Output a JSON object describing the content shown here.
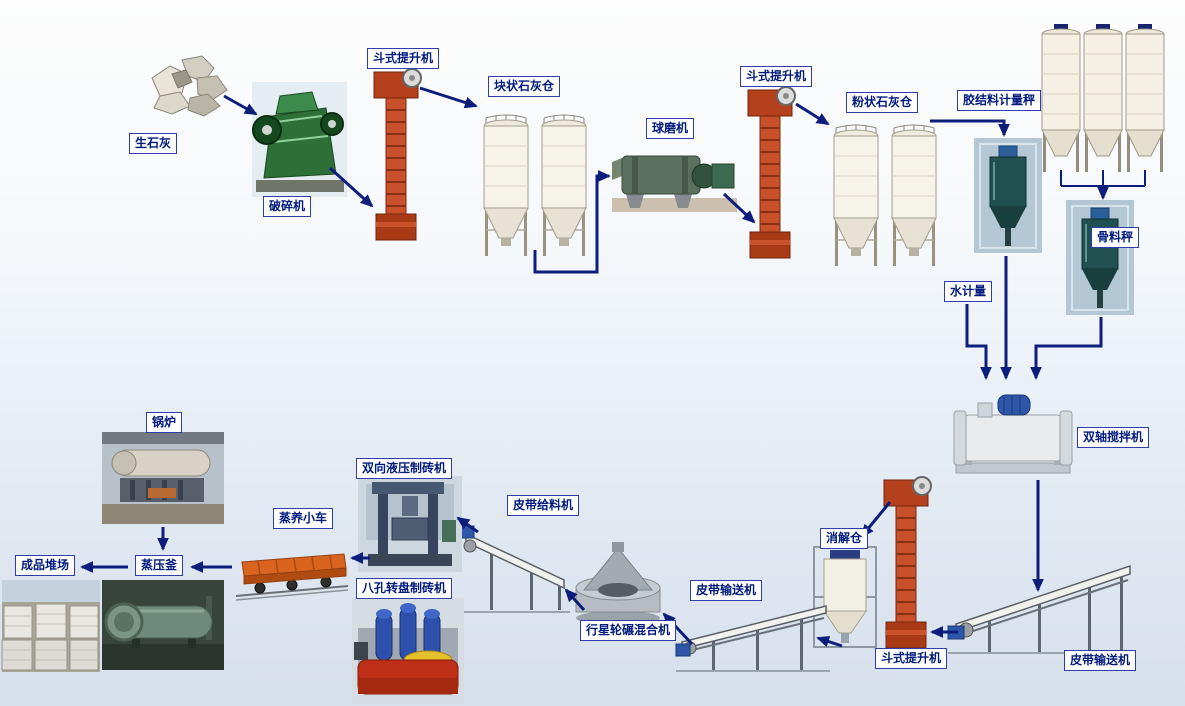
{
  "labels": {
    "quicklime": "生石灰",
    "crusher": "破碎机",
    "bucket_elevator_1": "斗式提升机",
    "lump_lime_silo": "块状石灰仓",
    "ball_mill": "球磨机",
    "bucket_elevator_2": "斗式提升机",
    "powder_lime_silo": "粉状石灰仓",
    "binder_scale": "胶结料计量秤",
    "aggregate_scale": "骨料秤",
    "water_meter": "水计量",
    "twin_shaft_mixer": "双轴搅拌机",
    "slaking_silo": "消解仓",
    "bucket_elevator_3": "斗式提升机",
    "belt_conveyor_right": "皮带输送机",
    "belt_conveyor_middle": "皮带输送机",
    "planetary_mixer": "行星轮碾混合机",
    "belt_feeder": "皮带给料机",
    "hydraulic_press": "双向液压制砖机",
    "rotary_press": "八孔转盘制砖机",
    "steam_cart": "蒸养小车",
    "autoclave": "蒸压釜",
    "product_yard": "成品堆场",
    "boiler": "锅炉"
  },
  "colors": {
    "arrow": "#0d1d7c",
    "label_border": "#2f3cae",
    "label_text": "#001a7e",
    "elevator_red": "#c8502a",
    "silo_cream": "#f5f1e6",
    "motor_blue": "#2d56a8"
  }
}
